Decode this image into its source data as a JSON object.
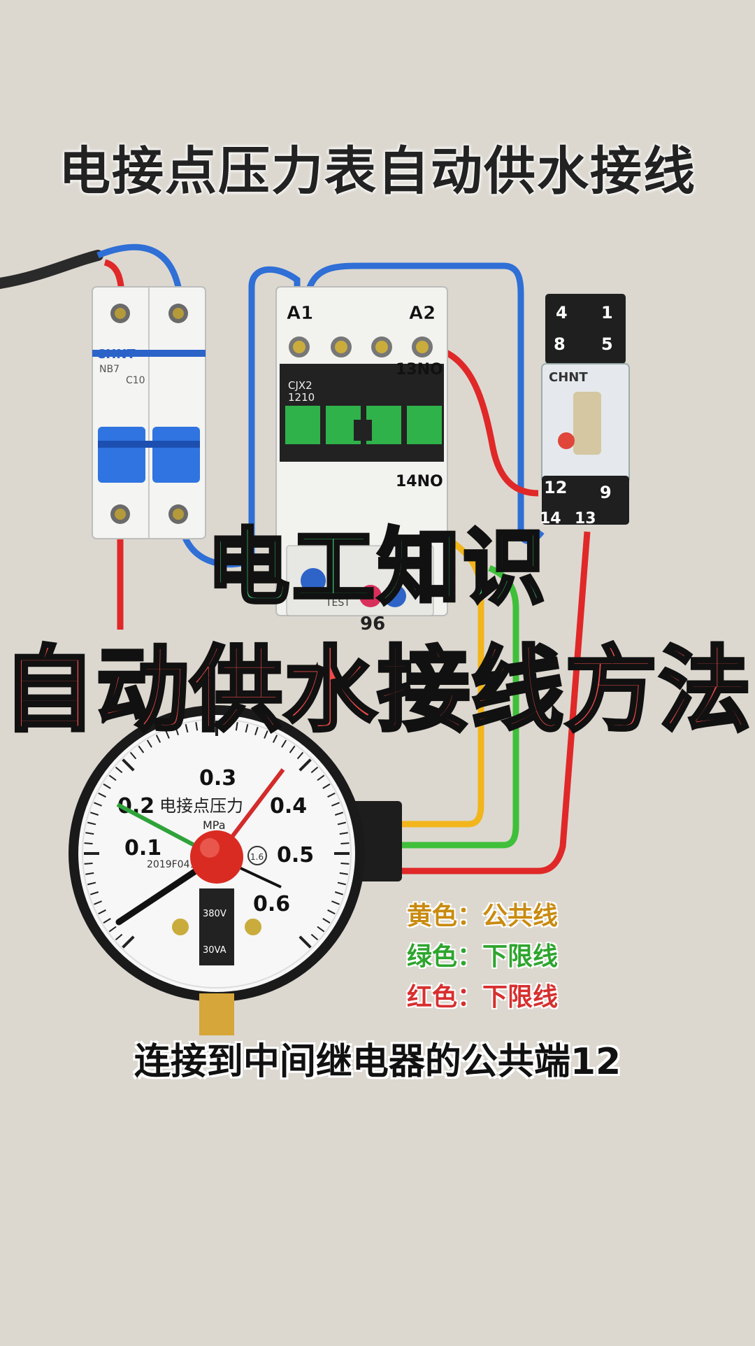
{
  "title": "电接点压力表自动供水接线",
  "overlay": {
    "line1": "电工知识",
    "line2": "自动供水接线方法"
  },
  "breaker": {
    "brand": "CHNT",
    "model": "NB7",
    "rating": "C10"
  },
  "contactor": {
    "coil_a1": "A1",
    "coil_a2": "A2",
    "terminal_13no": "13NO",
    "terminal_14no": "14NO",
    "model_line1": "CJX2",
    "model_line2": "1210",
    "test_label": "TEST",
    "overload_number": "96"
  },
  "relay": {
    "brand": "CHNT",
    "pins": [
      "4",
      "1",
      "8",
      "5",
      "12",
      "9",
      "14",
      "13"
    ]
  },
  "gauge": {
    "scale": [
      "0.1",
      "0.2",
      "0.3",
      "0.4",
      "0.5",
      "0.6"
    ],
    "label": "电接点压力",
    "unit": "MPa",
    "spec_380": "380V",
    "spec_30va": "30VA",
    "serial": "2019F041",
    "accuracy": "1.6"
  },
  "legend": {
    "yellow": "黄色：公共线",
    "green": "绿色：下限线",
    "red": "红色：下限线"
  },
  "caption": "连接到中间继电器的公共端12",
  "colors": {
    "yellow_wire": "#f2b51b",
    "green_wire": "#3fbf3a",
    "red_wire": "#e02828",
    "blue_wire": "#2f6fd6",
    "legend_yellow": "#c98b10",
    "legend_green": "#2ea52e",
    "legend_red": "#d72f2f"
  }
}
